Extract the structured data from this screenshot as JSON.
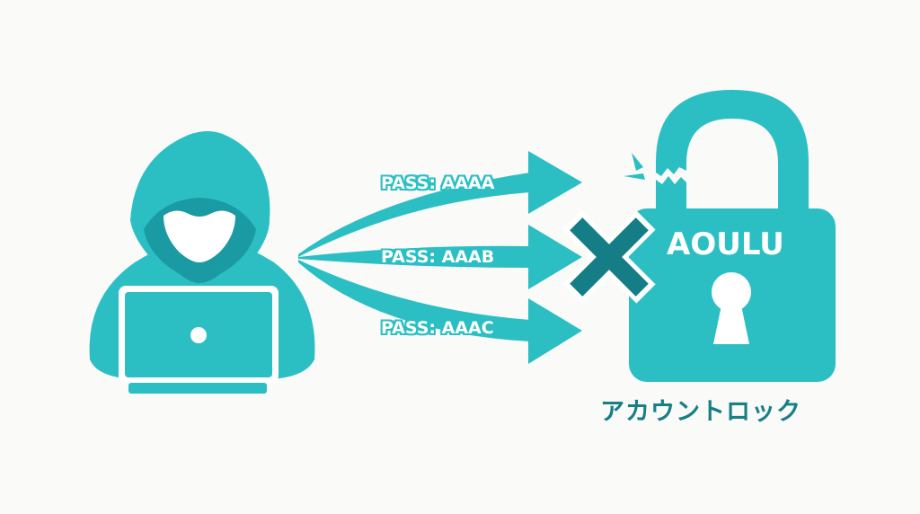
{
  "diagram": {
    "title": "Brute-force password attack leading to account lockout",
    "attacker": {
      "icon": "hooded-hacker-with-laptop-icon"
    },
    "attempts": [
      {
        "label": "PASS: AAAA"
      },
      {
        "label": "PASS: AAAB"
      },
      {
        "label": "PASS: AAAC"
      }
    ],
    "blocked_marker": {
      "icon": "x-mark-icon"
    },
    "lock": {
      "icon": "broken-padlock-icon",
      "text": "AOULU"
    },
    "caption": "アカウントロック"
  },
  "colors": {
    "primary": "#2bbfc4",
    "dark": "#177f86",
    "x_mark": "#157d85",
    "background": "#fafaf8",
    "white": "#ffffff"
  }
}
